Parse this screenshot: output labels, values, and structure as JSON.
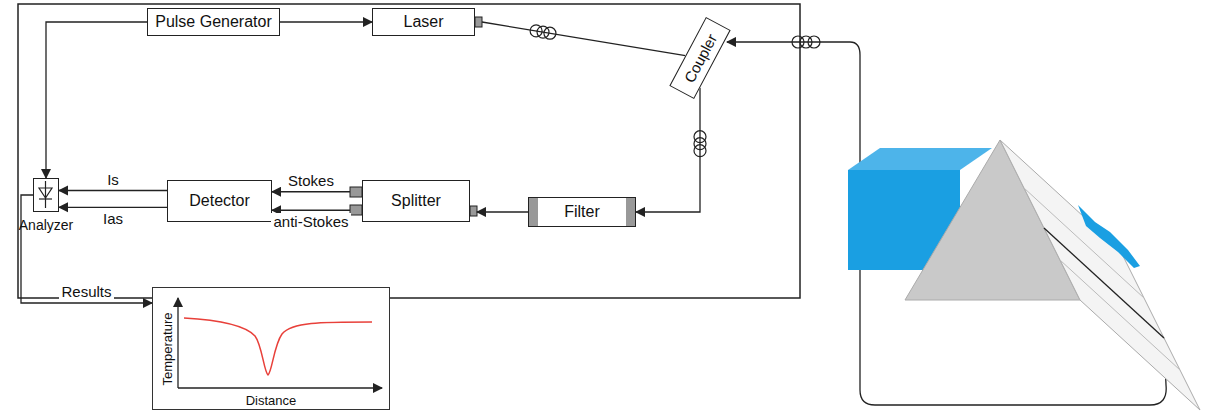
{
  "diagram": {
    "nodes": [
      {
        "text": [
          "Pulse Generator"
        ]
      },
      {
        "text": [
          "Laser"
        ]
      },
      {
        "text": [
          "Coupler"
        ]
      },
      {
        "text": [
          "Analyzer"
        ]
      },
      {
        "text": [
          "Detector"
        ]
      },
      {
        "text": [
          "Splitter"
        ]
      },
      {
        "text": [
          "Filter"
        ]
      },
      {
        "text": [
          "Temperature",
          "Distance"
        ]
      }
    ],
    "edges": [
      {
        "from": 0,
        "to": 1,
        "arrow": "to"
      },
      {
        "from": 0,
        "to": 3,
        "arrow": "to"
      },
      {
        "from": 1,
        "to": 2,
        "arrow": "none"
      },
      {
        "from": 2,
        "to": 6,
        "arrow": "to"
      },
      {
        "from": 6,
        "to": 5,
        "arrow": "to"
      },
      {
        "from": 5,
        "to": 4,
        "label": "Stokes",
        "arrow": "to"
      },
      {
        "from": 5,
        "to": 4,
        "label": "anti-Stokes",
        "arrow": "to"
      },
      {
        "from": 4,
        "to": 3,
        "label": "Is",
        "arrow": "to"
      },
      {
        "from": 4,
        "to": 3,
        "label": "Ias",
        "arrow": "to"
      },
      {
        "from": 3,
        "to": 7,
        "label": "Results",
        "arrow": "to"
      }
    ]
  }
}
